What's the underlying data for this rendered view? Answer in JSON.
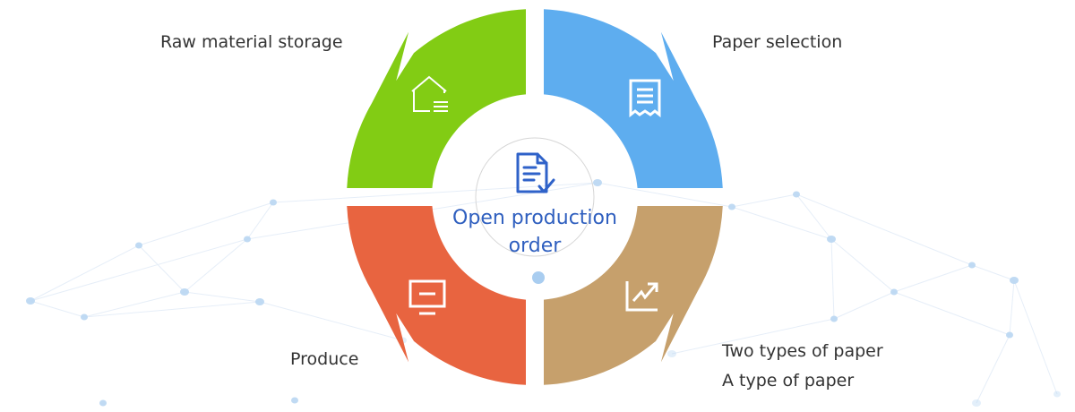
{
  "center": {
    "title_line1": "Open production",
    "title_line2": "order",
    "icon": "document-check-icon",
    "color": "#2f62c9"
  },
  "quadrants": [
    {
      "id": "raw-material-storage",
      "label": "Raw material storage",
      "icon": "warehouse-list-icon",
      "color": "#82cc14",
      "position": "top-left"
    },
    {
      "id": "paper-selection",
      "label": "Paper selection",
      "icon": "receipt-icon",
      "color": "#5eadef",
      "position": "top-right"
    },
    {
      "id": "produce",
      "label": "Produce",
      "icon": "monitor-icon",
      "color": "#e86440",
      "position": "bottom-left"
    },
    {
      "id": "paper-types",
      "label_lines": [
        "Two types of paper",
        "A type of paper"
      ],
      "icon": "trend-chart-icon",
      "color": "#c6a06c",
      "position": "bottom-right"
    }
  ],
  "background": {
    "pattern": "network-globe",
    "node_color": "#b9d6f2",
    "line_color": "#e6eef8"
  }
}
